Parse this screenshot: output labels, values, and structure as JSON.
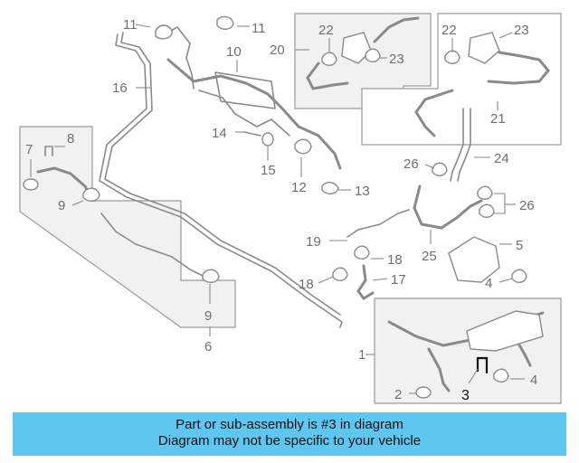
{
  "callouts": {
    "c1": "1",
    "c2": "2",
    "c3": "3",
    "c4a": "4",
    "c4b": "4",
    "c5": "5",
    "c6": "6",
    "c7": "7",
    "c8": "8",
    "c9a": "9",
    "c9b": "9",
    "c10": "10",
    "c11a": "11",
    "c11b": "11",
    "c12": "12",
    "c13": "13",
    "c14": "14",
    "c15": "15",
    "c16": "16",
    "c17": "17",
    "c18a": "18",
    "c18b": "18",
    "c19": "19",
    "c20": "20",
    "c21": "21",
    "c22a": "22",
    "c22b": "22",
    "c23a": "23",
    "c23b": "23",
    "c24": "24",
    "c25": "25",
    "c26a": "26",
    "c26b": "26"
  },
  "highlighted_part": "3",
  "colors": {
    "banner": "#5fc6f0",
    "highlight": "#111111",
    "lines": "#8a8a8a"
  },
  "banner": {
    "line1": "Part or sub-assembly is #3 in diagram",
    "line2": "Diagram may not be specific to your vehicle"
  }
}
